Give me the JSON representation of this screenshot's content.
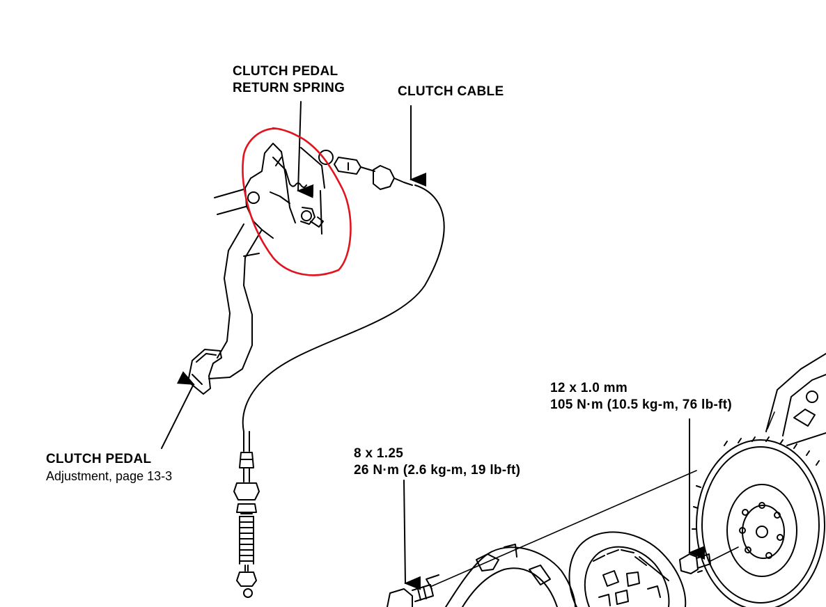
{
  "labels": {
    "return_spring": [
      "CLUTCH PEDAL",
      "RETURN SPRING"
    ],
    "clutch_cable": "CLUTCH CABLE",
    "clutch_pedal": "CLUTCH PEDAL",
    "clutch_pedal_note": "Adjustment, page 13-3",
    "flywheel_bolt_size": "12 x 1.0 mm",
    "flywheel_bolt_torque": "105 N·m (10.5 kg-m, 76 lb-ft)",
    "pressure_plate_bolt_size": "8 x 1.25",
    "pressure_plate_bolt_torque": "26 N·m (2.6 kg-m, 19 lb-ft)"
  },
  "colors": {
    "ink": "#000000",
    "highlight": "#e0141e",
    "paper": "#ffffff"
  },
  "icons": [
    "arrow-icon",
    "highlight-circle-icon"
  ]
}
